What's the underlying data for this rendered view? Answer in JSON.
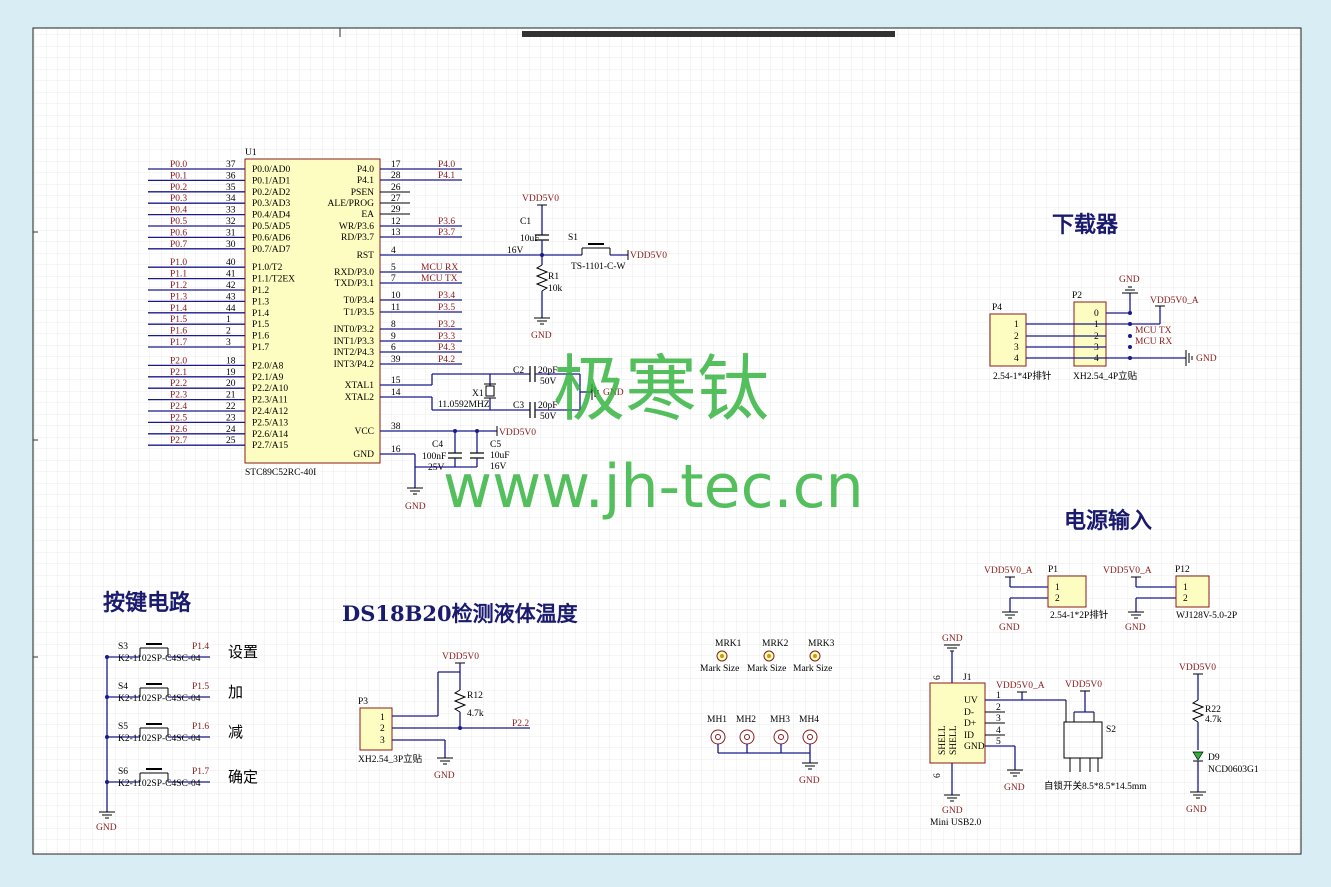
{
  "sections": {
    "download": "下载器",
    "power": "电源输入",
    "keys": "按键电路",
    "ds18b20": "DS18B20检测液体温度"
  },
  "watermark": {
    "cn": "极寒钛",
    "url": "www.jh-tec.cn"
  },
  "mcu": {
    "ref": "U1",
    "part": "STC89C52RC-40I",
    "left_pins": [
      {
        "net": "P0.0",
        "num": "37",
        "name": "P0.0/AD0"
      },
      {
        "net": "P0.1",
        "num": "36",
        "name": "P0.1/AD1"
      },
      {
        "net": "P0.2",
        "num": "35",
        "name": "P0.2/AD2"
      },
      {
        "net": "P0.3",
        "num": "34",
        "name": "P0.3/AD3"
      },
      {
        "net": "P0.4",
        "num": "33",
        "name": "P0.4/AD4"
      },
      {
        "net": "P0.5",
        "num": "32",
        "name": "P0.5/AD5"
      },
      {
        "net": "P0.6",
        "num": "31",
        "name": "P0.6/AD6"
      },
      {
        "net": "P0.7",
        "num": "30",
        "name": "P0.7/AD7"
      },
      {
        "net": "P1.0",
        "num": "40",
        "name": "P1.0/T2"
      },
      {
        "net": "P1.1",
        "num": "41",
        "name": "P1.1/T2EX"
      },
      {
        "net": "P1.2",
        "num": "42",
        "name": "P1.2"
      },
      {
        "net": "P1.3",
        "num": "43",
        "name": "P1.3"
      },
      {
        "net": "P1.4",
        "num": "44",
        "name": "P1.4"
      },
      {
        "net": "P1.5",
        "num": "1",
        "name": "P1.5"
      },
      {
        "net": "P1.6",
        "num": "2",
        "name": "P1.6"
      },
      {
        "net": "P1.7",
        "num": "3",
        "name": "P1.7"
      },
      {
        "net": "P2.0",
        "num": "18",
        "name": "P2.0/A8"
      },
      {
        "net": "P2.1",
        "num": "19",
        "name": "P2.1/A9"
      },
      {
        "net": "P2.2",
        "num": "20",
        "name": "P2.2/A10"
      },
      {
        "net": "P2.3",
        "num": "21",
        "name": "P2.3/A11"
      },
      {
        "net": "P2.4",
        "num": "22",
        "name": "P2.4/A12"
      },
      {
        "net": "P2.5",
        "num": "23",
        "name": "P2.5/A13"
      },
      {
        "net": "P2.6",
        "num": "24",
        "name": "P2.6/A14"
      },
      {
        "net": "P2.7",
        "num": "25",
        "name": "P2.7/A15"
      }
    ],
    "right_pins": [
      {
        "name": "P4.0",
        "num": "17",
        "net": "P4.0"
      },
      {
        "name": "P4.1",
        "num": "28",
        "net": "P4.1"
      },
      {
        "name": "PSEN",
        "num": "26",
        "net": ""
      },
      {
        "name": "ALE/PROG",
        "num": "27",
        "net": ""
      },
      {
        "name": "EA",
        "num": "29",
        "net": ""
      },
      {
        "name": "WR/P3.6",
        "num": "12",
        "net": "P3.6"
      },
      {
        "name": "RD/P3.7",
        "num": "13",
        "net": "P3.7"
      },
      {
        "name": "RST",
        "num": "4",
        "net": ""
      },
      {
        "name": "RXD/P3.0",
        "num": "5",
        "net": "MCU RX"
      },
      {
        "name": "TXD/P3.1",
        "num": "7",
        "net": "MCU TX"
      },
      {
        "name": "T0/P3.4",
        "num": "10",
        "net": "P3.4"
      },
      {
        "name": "T1/P3.5",
        "num": "11",
        "net": "P3.5"
      },
      {
        "name": "INT0/P3.2",
        "num": "8",
        "net": "P3.2"
      },
      {
        "name": "INT1/P3.3",
        "num": "9",
        "net": "P3.3"
      },
      {
        "name": "INT2/P4.3",
        "num": "6",
        "net": "P4.3"
      },
      {
        "name": "INT3/P4.2",
        "num": "39",
        "net": "P4.2"
      },
      {
        "name": "XTAL1",
        "num": "15",
        "net": ""
      },
      {
        "name": "XTAL2",
        "num": "14",
        "net": ""
      },
      {
        "name": "VCC",
        "num": "38",
        "net": ""
      },
      {
        "name": "GND",
        "num": "16",
        "net": ""
      }
    ]
  },
  "nets": {
    "vdd": "VDD5V0",
    "vdd_a": "VDD5V0_A",
    "gnd": "GND",
    "p22": "P2.2"
  },
  "parts": {
    "c1": {
      "ref": "C1",
      "v1": "10uF",
      "v2": "16V"
    },
    "s1": {
      "ref": "S1",
      "part": "TS-1101-C-W"
    },
    "r1": {
      "ref": "R1",
      "val": "10k"
    },
    "c2": {
      "ref": "C2",
      "v1": "20pF",
      "v2": "50V"
    },
    "c3": {
      "ref": "C3",
      "v1": "20pF",
      "v2": "50V"
    },
    "x1": {
      "ref": "X1",
      "val": "11.0592MHZ"
    },
    "c4": {
      "ref": "C4",
      "v1": "100nF",
      "v2": "25V"
    },
    "c5": {
      "ref": "C5",
      "v1": "10uF",
      "v2": "16V"
    },
    "p4": {
      "ref": "P4",
      "part": "2.54-1*4P排针",
      "pins": [
        "1",
        "2",
        "3",
        "4"
      ]
    },
    "p2": {
      "ref": "P2",
      "part": "XH2.54_4P立贴",
      "pins": [
        "0",
        "1",
        "2",
        "3",
        "4"
      ]
    },
    "mcu_tx": "MCU TX",
    "mcu_rx": "MCU RX",
    "p1": {
      "ref": "P1",
      "part": "2.54-1*2P排针",
      "pins": [
        "1",
        "2"
      ]
    },
    "p12": {
      "ref": "P12",
      "part": "WJ128V-5.0-2P",
      "pins": [
        "1",
        "2"
      ]
    },
    "j1": {
      "ref": "J1",
      "part": "Mini USB2.0",
      "pins": [
        "UV",
        "D-",
        "D+",
        "ID",
        "GND"
      ],
      "nums": [
        "1",
        "2",
        "3",
        "4",
        "5"
      ],
      "shell": "SHELL",
      "six": "6"
    },
    "s2": {
      "ref": "S2",
      "part": "自锁开关8.5*8.5*14.5mm"
    },
    "r22": {
      "ref": "R22",
      "val": "4.7k"
    },
    "d9": {
      "ref": "D9",
      "part": "NCD0603G1"
    },
    "p3": {
      "ref": "P3",
      "part": "XH2.54_3P立贴",
      "pins": [
        "1",
        "2",
        "3"
      ]
    },
    "r12": {
      "ref": "R12",
      "val": "4.7k"
    },
    "mrk": [
      {
        "ref": "MRK1",
        "val": "Mark Size"
      },
      {
        "ref": "MRK2",
        "val": "Mark Size"
      },
      {
        "ref": "MRK3",
        "val": "Mark Size"
      }
    ],
    "mh": [
      "MH1",
      "MH2",
      "MH3",
      "MH4"
    ]
  },
  "keys": [
    {
      "ref": "S3",
      "part": "K2-1102SP-C4SC-04",
      "net": "P1.4",
      "func": "设置"
    },
    {
      "ref": "S4",
      "part": "K2-1102SP-C4SC-04",
      "net": "P1.5",
      "func": "加"
    },
    {
      "ref": "S5",
      "part": "K2-1102SP-C4SC-04",
      "net": "P1.6",
      "func": "减"
    },
    {
      "ref": "S6",
      "part": "K2-1102SP-C4SC-04",
      "net": "P1.7",
      "func": "确定"
    }
  ]
}
